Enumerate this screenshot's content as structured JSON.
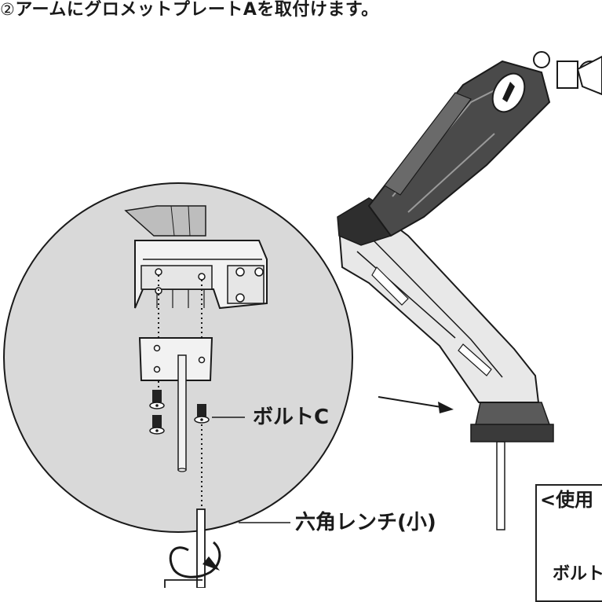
{
  "instruction": {
    "step_marker": "②",
    "text": "アームにグロメットプレートAを取付けます。"
  },
  "labels": {
    "bolt": "ボルトC",
    "hex_wrench": "六角レンチ(小)"
  },
  "usage_box": {
    "title": "<使用",
    "partial_text": "ボルト"
  },
  "colors": {
    "detail_circle_fill": "#d9d9d9",
    "line": "#1a1a1a",
    "arm_dark": "#3a3a3a"
  }
}
